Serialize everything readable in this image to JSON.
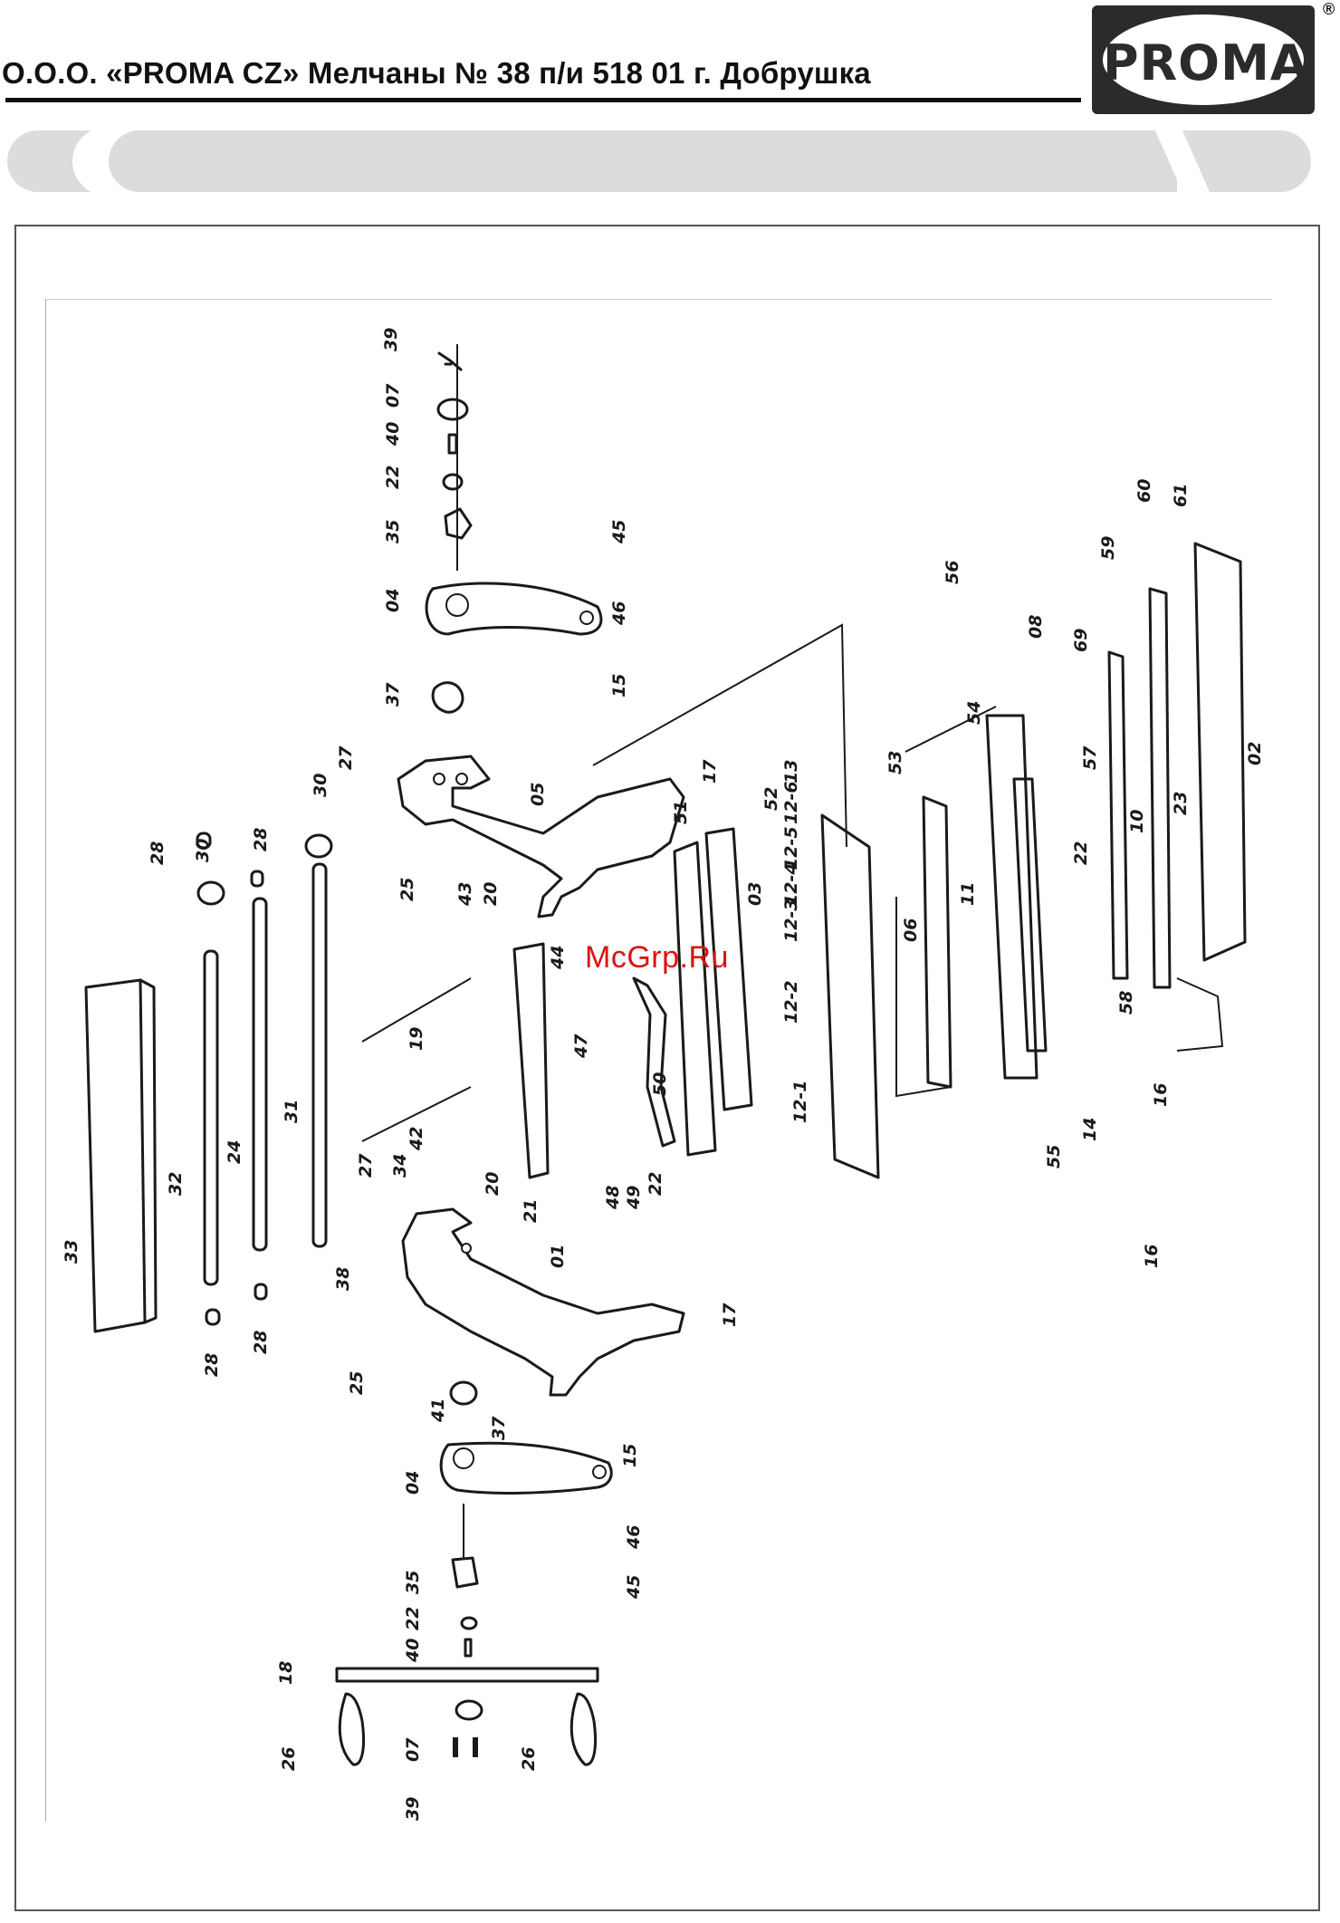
{
  "header": {
    "company_line": "О.О.О. «PROMA CZ» Мелчаны № 38 п/и 518 01 г. Добрушка",
    "logo_text": "PROMA",
    "registered_mark": "®"
  },
  "watermark": "McGrp.Ru",
  "diagram": {
    "part_labels": [
      "39",
      "07",
      "40",
      "22",
      "35",
      "04",
      "37",
      "45",
      "46",
      "15",
      "27",
      "05",
      "17",
      "51",
      "52",
      "03",
      "13",
      "12-6",
      "12-5",
      "12-4",
      "12-3",
      "12-2",
      "12-1",
      "56",
      "08",
      "69",
      "54",
      "53",
      "06",
      "11",
      "14",
      "55",
      "57",
      "22",
      "59",
      "60",
      "61",
      "02",
      "23",
      "10",
      "58",
      "16",
      "30",
      "28",
      "28",
      "30",
      "31",
      "25",
      "43",
      "20",
      "19",
      "44",
      "47",
      "50",
      "48",
      "49",
      "22",
      "21",
      "42",
      "20",
      "34",
      "27",
      "38",
      "32",
      "24",
      "33",
      "28",
      "28",
      "01",
      "17",
      "25",
      "41",
      "37",
      "15",
      "04",
      "46",
      "45",
      "35",
      "22",
      "40",
      "18",
      "26",
      "07",
      "39",
      "26",
      "16"
    ]
  }
}
